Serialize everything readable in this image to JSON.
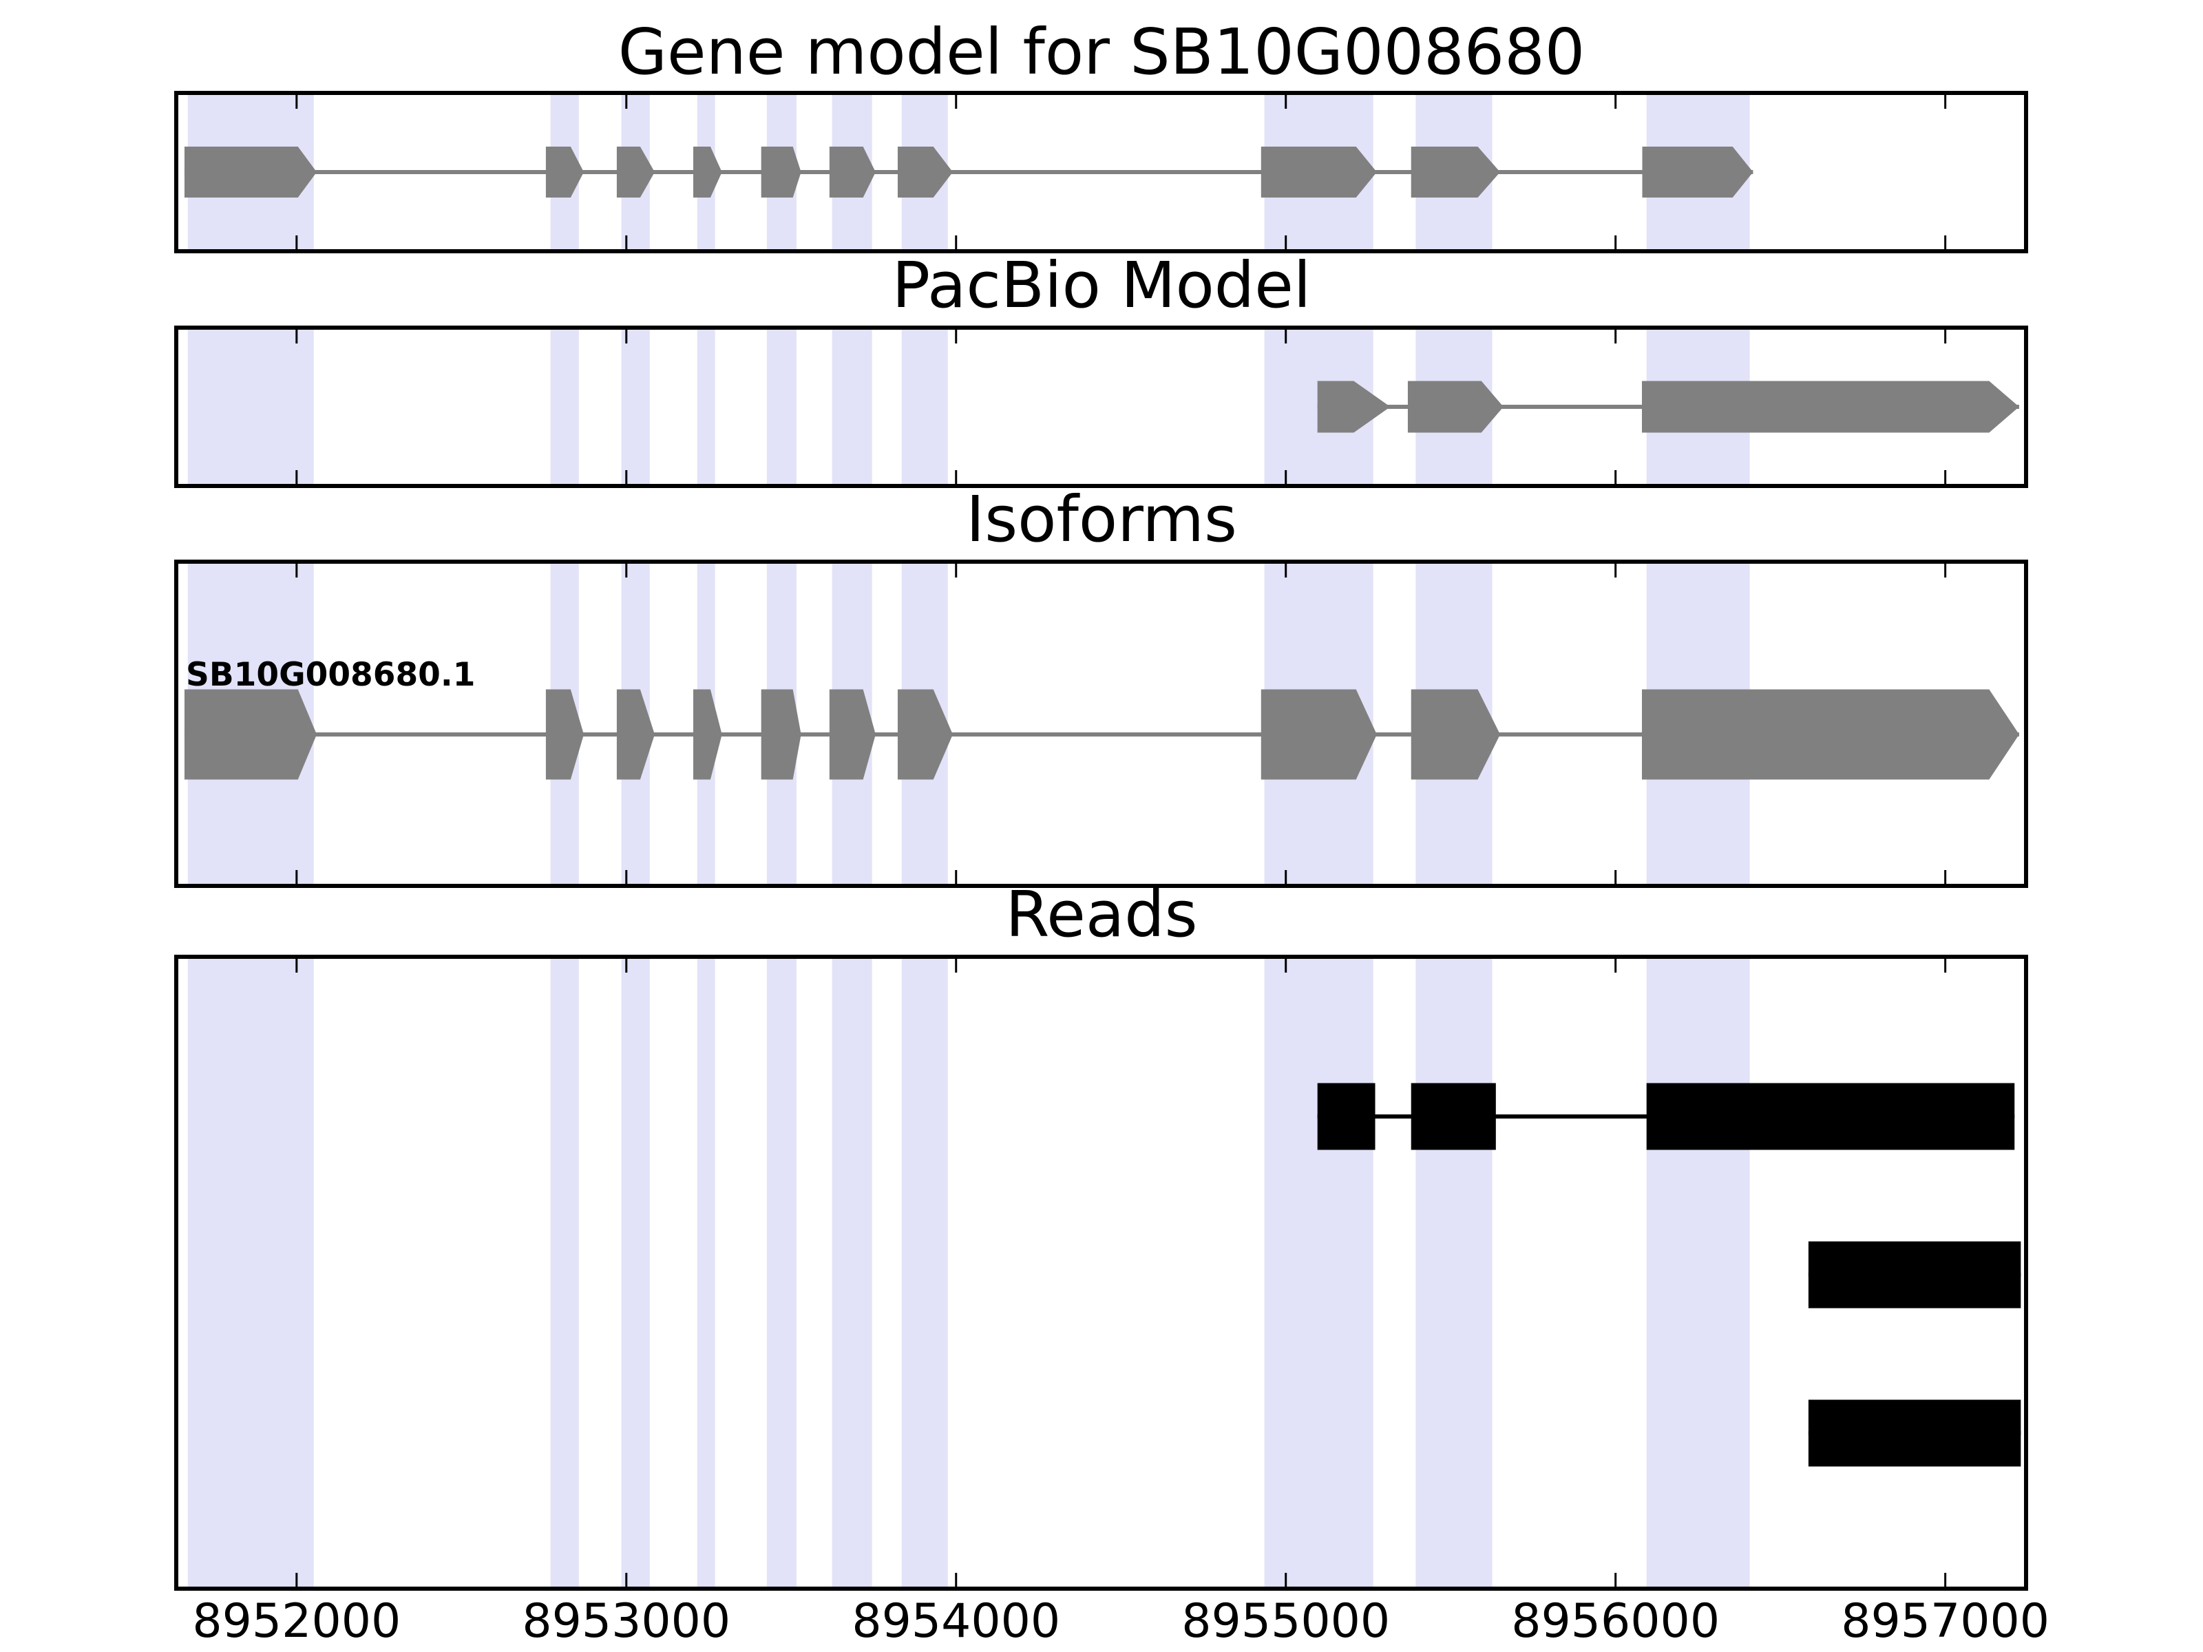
{
  "chart_data": {
    "type": "bar",
    "subtype": "genomic-feature-tracks",
    "title": "Gene model for SB10G008680",
    "x_axis": {
      "min": 8951635,
      "max": 8957245,
      "ticks": [
        8952000,
        8953000,
        8954000,
        8955000,
        8956000,
        8957000
      ],
      "tick_labels": [
        "8952000",
        "8953000",
        "8954000",
        "8955000",
        "8956000",
        "8957000"
      ]
    },
    "colors": {
      "model_fill": "#808080",
      "intron_line": "#808080",
      "read_fill": "#000000",
      "highlight": "#e2e2f8",
      "axis": "#000000",
      "background": "#ffffff"
    },
    "legend": "none",
    "grid": "off",
    "highlight_regions": [
      [
        8951670,
        8952052
      ],
      [
        8952770,
        8952856
      ],
      [
        8952985,
        8953071
      ],
      [
        8953215,
        8953269
      ],
      [
        8953426,
        8953516
      ],
      [
        8953624,
        8953745
      ],
      [
        8953835,
        8953975
      ],
      [
        8954935,
        8955265
      ],
      [
        8955394,
        8955626
      ],
      [
        8956094,
        8956407
      ]
    ],
    "tracks": [
      {
        "id": "gene-model",
        "title": "Gene model for SB10G008680",
        "style": "model",
        "exons": [
          [
            8951660,
            8952004,
            8952061
          ],
          [
            8952756,
            8952831,
            8952871
          ],
          [
            8952971,
            8953042,
            8953086
          ],
          [
            8953203,
            8953255,
            8953290
          ],
          [
            8953409,
            8953505,
            8953530
          ],
          [
            8953616,
            8953718,
            8953756
          ],
          [
            8953823,
            8953931,
            8953990
          ],
          [
            8954925,
            8955213,
            8955276
          ],
          [
            8955380,
            8955582,
            8955650
          ],
          [
            8956081,
            8956355,
            8956417
          ]
        ]
      },
      {
        "id": "pacbio-model",
        "title": "PacBio Model",
        "style": "model",
        "exons": [
          [
            8955096,
            8955206,
            8955317
          ],
          [
            8955370,
            8955593,
            8955660
          ],
          [
            8956080,
            8957133,
            8957224
          ]
        ]
      },
      {
        "id": "isoforms",
        "title": "Isoforms",
        "style": "model",
        "isoforms": [
          {
            "name": "SB10G008680.1",
            "exons": [
              [
                8951660,
                8952004,
                8952061
              ],
              [
                8952756,
                8952831,
                8952871
              ],
              [
                8952971,
                8953042,
                8953086
              ],
              [
                8953203,
                8953255,
                8953290
              ],
              [
                8953409,
                8953505,
                8953530
              ],
              [
                8953616,
                8953718,
                8953756
              ],
              [
                8953823,
                8953931,
                8953990
              ],
              [
                8954925,
                8955213,
                8955276
              ],
              [
                8955380,
                8955582,
                8955650
              ],
              [
                8956080,
                8957133,
                8957224
              ]
            ]
          }
        ]
      },
      {
        "id": "reads",
        "title": "Reads",
        "style": "reads",
        "reads": [
          {
            "blocks": [
              [
                8955096,
                8955271
              ],
              [
                8955380,
                8955637
              ],
              [
                8956094,
                8957210
              ]
            ]
          },
          {
            "blocks": [
              [
                8956585,
                8957229
              ]
            ]
          },
          {
            "blocks": [
              [
                8956585,
                8957229
              ]
            ]
          }
        ]
      }
    ]
  }
}
